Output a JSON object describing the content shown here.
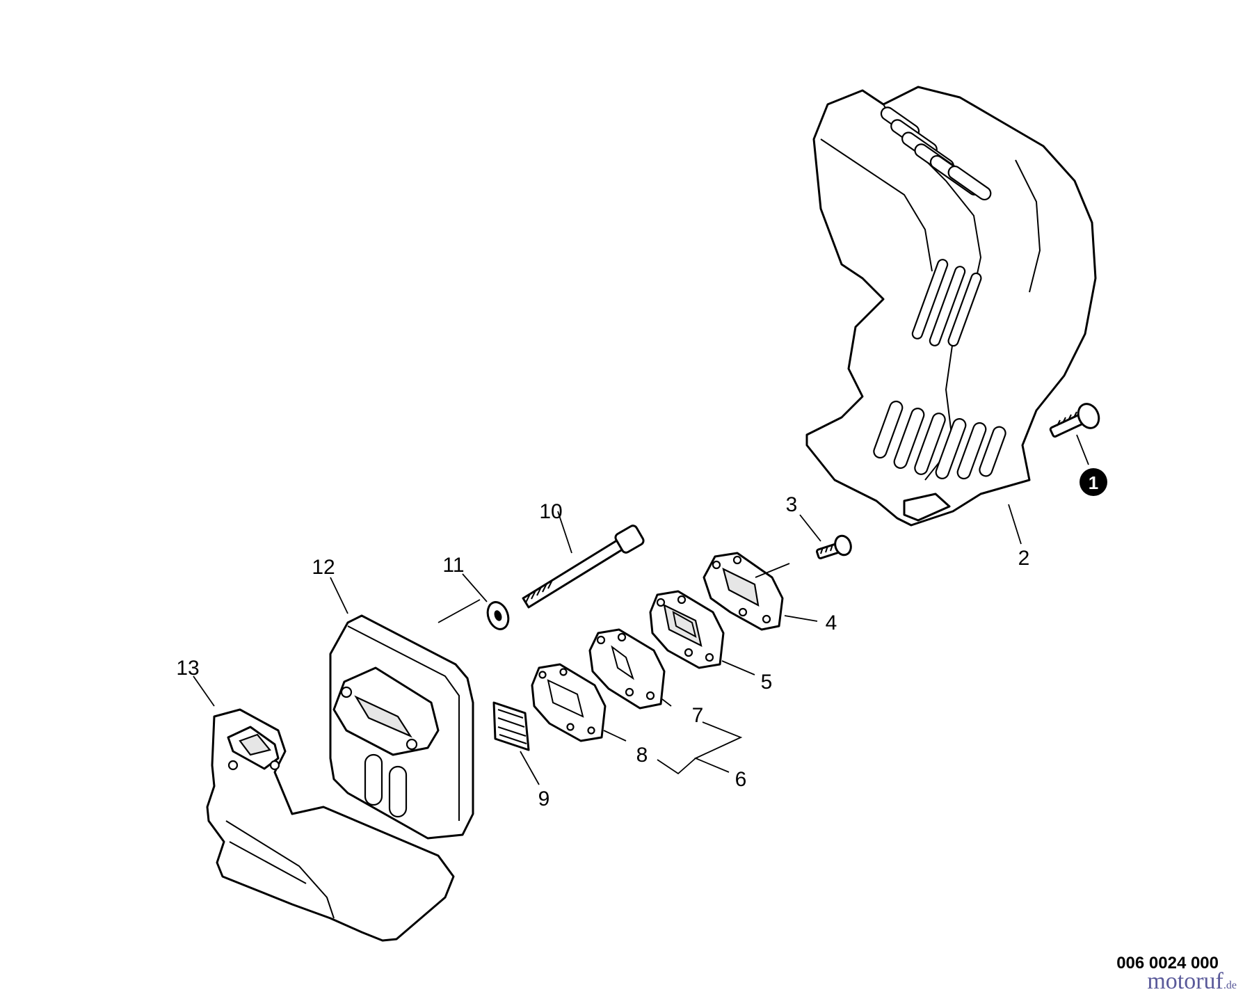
{
  "diagram": {
    "callouts": [
      "1",
      "2",
      "3",
      "4",
      "5",
      "6",
      "7",
      "8",
      "9",
      "10",
      "11",
      "12",
      "13"
    ],
    "reference_number": "006 0024 000"
  },
  "watermark": {
    "brand": "motoruf",
    "tld": ".de"
  },
  "colors": {
    "line": "#000000",
    "watermark": "#5a5a9a"
  }
}
